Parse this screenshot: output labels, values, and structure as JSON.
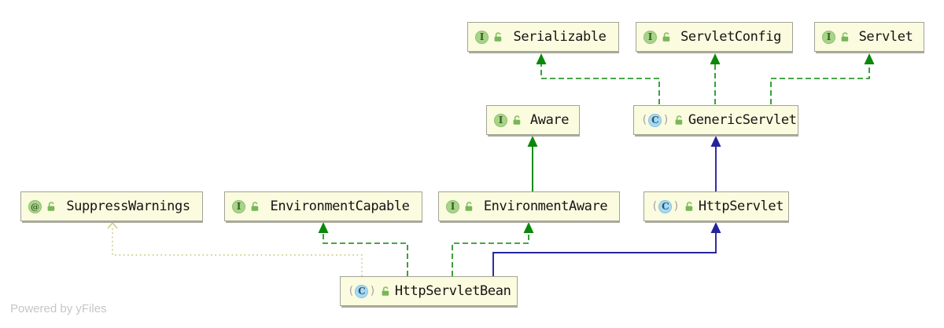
{
  "attribution": "Powered by yFiles",
  "colors": {
    "implements_edge": "#0b880b",
    "extends_interface_edge": "#0b880b",
    "extends_class_edge": "#24249d",
    "annotation_edge": "#cfce82",
    "node_fill": "#fbfbdf",
    "node_border": "#a3a396",
    "interface_badge": "#a8d489",
    "class_badge": "#a6d9f2"
  },
  "nodes": [
    {
      "label": "Serializable",
      "kind": "interface",
      "badge": "I"
    },
    {
      "label": "ServletConfig",
      "kind": "interface",
      "badge": "I"
    },
    {
      "label": "Servlet",
      "kind": "interface",
      "badge": "I"
    },
    {
      "label": "Aware",
      "kind": "interface",
      "badge": "I"
    },
    {
      "label": "GenericServlet",
      "kind": "class",
      "badge": "C"
    },
    {
      "label": "SuppressWarnings",
      "kind": "annotation",
      "badge": "@"
    },
    {
      "label": "EnvironmentCapable",
      "kind": "interface",
      "badge": "I"
    },
    {
      "label": "EnvironmentAware",
      "kind": "interface",
      "badge": "I"
    },
    {
      "label": "HttpServlet",
      "kind": "class",
      "badge": "C"
    },
    {
      "label": "HttpServletBean",
      "kind": "class",
      "badge": "C"
    }
  ],
  "edges": [
    {
      "from": "GenericServlet",
      "to": "Serializable",
      "relation": "implements"
    },
    {
      "from": "GenericServlet",
      "to": "ServletConfig",
      "relation": "implements"
    },
    {
      "from": "GenericServlet",
      "to": "Servlet",
      "relation": "implements"
    },
    {
      "from": "EnvironmentAware",
      "to": "Aware",
      "relation": "extends-interface"
    },
    {
      "from": "HttpServlet",
      "to": "GenericServlet",
      "relation": "extends-class"
    },
    {
      "from": "HttpServletBean",
      "to": "EnvironmentCapable",
      "relation": "implements"
    },
    {
      "from": "HttpServletBean",
      "to": "EnvironmentAware",
      "relation": "implements"
    },
    {
      "from": "HttpServletBean",
      "to": "HttpServlet",
      "relation": "extends-class"
    },
    {
      "from": "HttpServletBean",
      "to": "SuppressWarnings",
      "relation": "annotated-with"
    }
  ]
}
